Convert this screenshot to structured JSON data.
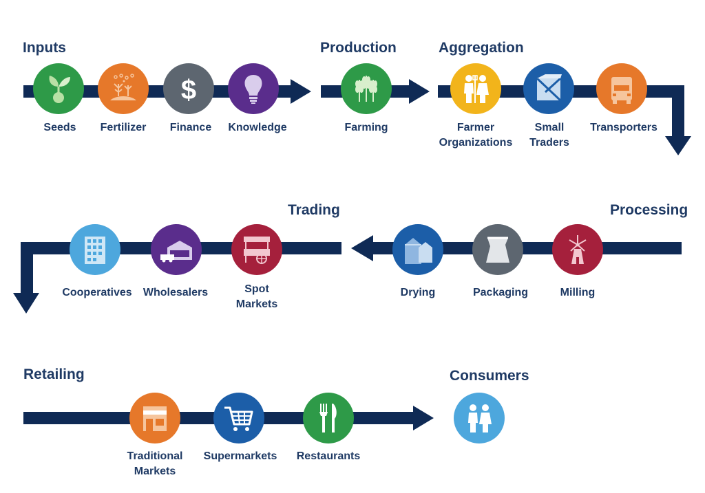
{
  "colors": {
    "arrow": "#0f2a55",
    "text": "#1f3a64",
    "green": "#2e9a48",
    "orange": "#e6782a",
    "gray": "#5d6670",
    "purple": "#5a2d8c",
    "yellow": "#f2b41b",
    "blue": "#1c5ea8",
    "red": "#a5203c",
    "lightblue": "#4da7dd"
  },
  "sections": {
    "inputs": "Inputs",
    "production": "Production",
    "aggregation": "Aggregation",
    "trading": "Trading",
    "processing": "Processing",
    "retailing": "Retailing",
    "consumers": "Consumers"
  },
  "nodes": {
    "seeds": {
      "line1": "Seeds",
      "icon": "seedling-icon"
    },
    "fertilizer": {
      "line1": "Fertilizer",
      "icon": "fertilizer-icon"
    },
    "finance": {
      "line1": "Finance",
      "icon": "dollar-icon"
    },
    "knowledge": {
      "line1": "Knowledge",
      "icon": "lightbulb-icon"
    },
    "farming": {
      "line1": "Farming",
      "icon": "wheat-icon"
    },
    "farmer_orgs": {
      "line1": "Farmer",
      "line2": "Organizations",
      "icon": "farmers-icon"
    },
    "small_traders": {
      "line1": "Small",
      "line2": "Traders",
      "icon": "box-icon"
    },
    "transporters": {
      "line1": "Transporters",
      "icon": "truck-icon"
    },
    "cooperatives": {
      "line1": "Cooperatives",
      "icon": "building-icon"
    },
    "wholesalers": {
      "line1": "Wholesalers",
      "icon": "warehouse-icon"
    },
    "spot_markets": {
      "line1": "Spot",
      "line2": "Markets",
      "icon": "market-cart-icon"
    },
    "drying": {
      "line1": "Drying",
      "icon": "silo-icon"
    },
    "packaging": {
      "line1": "Packaging",
      "icon": "bag-icon"
    },
    "milling": {
      "line1": "Milling",
      "icon": "windmill-icon"
    },
    "traditional_markets": {
      "line1": "Traditional",
      "line2": "Markets",
      "icon": "storefront-icon"
    },
    "supermarkets": {
      "line1": "Supermarkets",
      "icon": "shopping-cart-icon"
    },
    "restaurants": {
      "line1": "Restaurants",
      "icon": "fork-knife-icon"
    },
    "consumers": {
      "icon": "people-icon"
    }
  }
}
